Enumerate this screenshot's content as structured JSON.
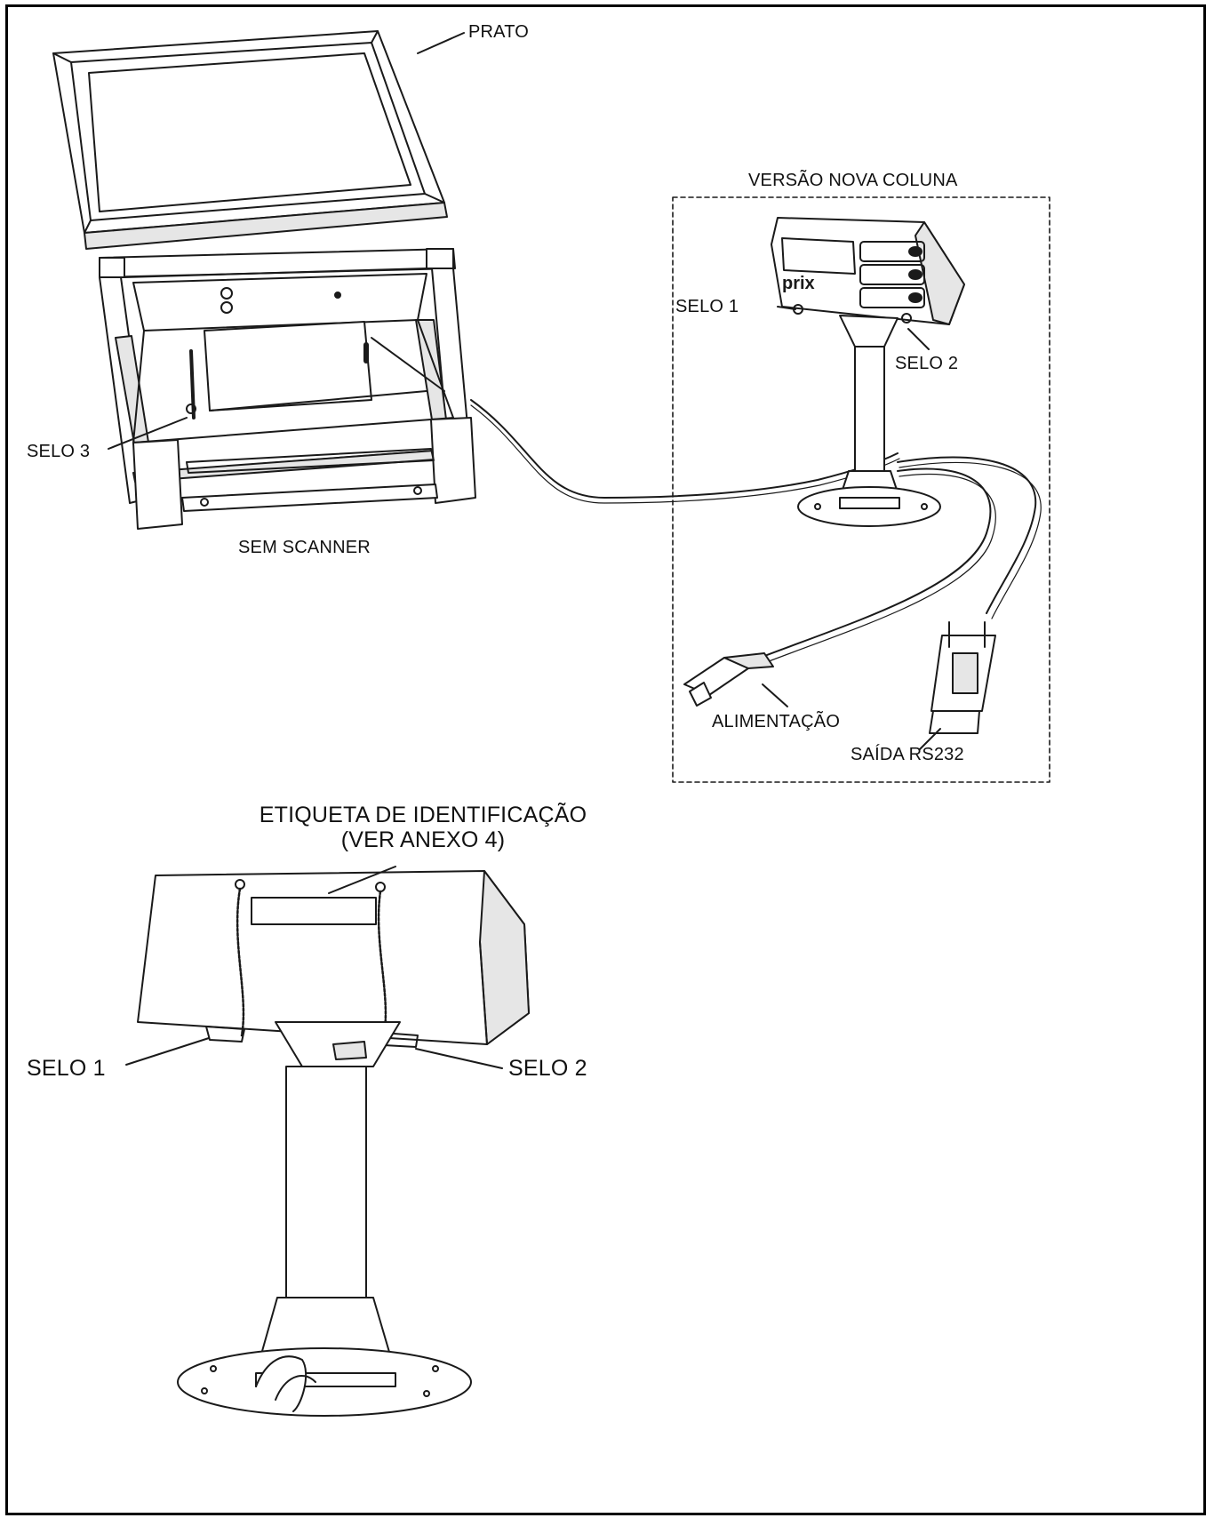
{
  "labels": {
    "prato": "PRATO",
    "versao_nova_coluna": "VERSÃO NOVA COLUNA",
    "selo_1_top": "SELO 1",
    "selo_2_top": "SELO 2",
    "selo_3": "SELO 3",
    "sem_scanner": "SEM SCANNER",
    "alimentacao": "ALIMENTAÇÃO",
    "saida_rs232": "SAÍDA RS232",
    "etiqueta_line1": "ETIQUETA DE IDENTIFICAÇÃO",
    "etiqueta_line2": "(VER ANEXO 4)",
    "selo_1_bottom": "SELO 1",
    "selo_2_bottom": "SELO 2"
  },
  "device": {
    "logo_text": "prix"
  },
  "colors": {
    "line": "#1a1a1a",
    "frame": "#000000",
    "shade": "#e6e6e6"
  }
}
